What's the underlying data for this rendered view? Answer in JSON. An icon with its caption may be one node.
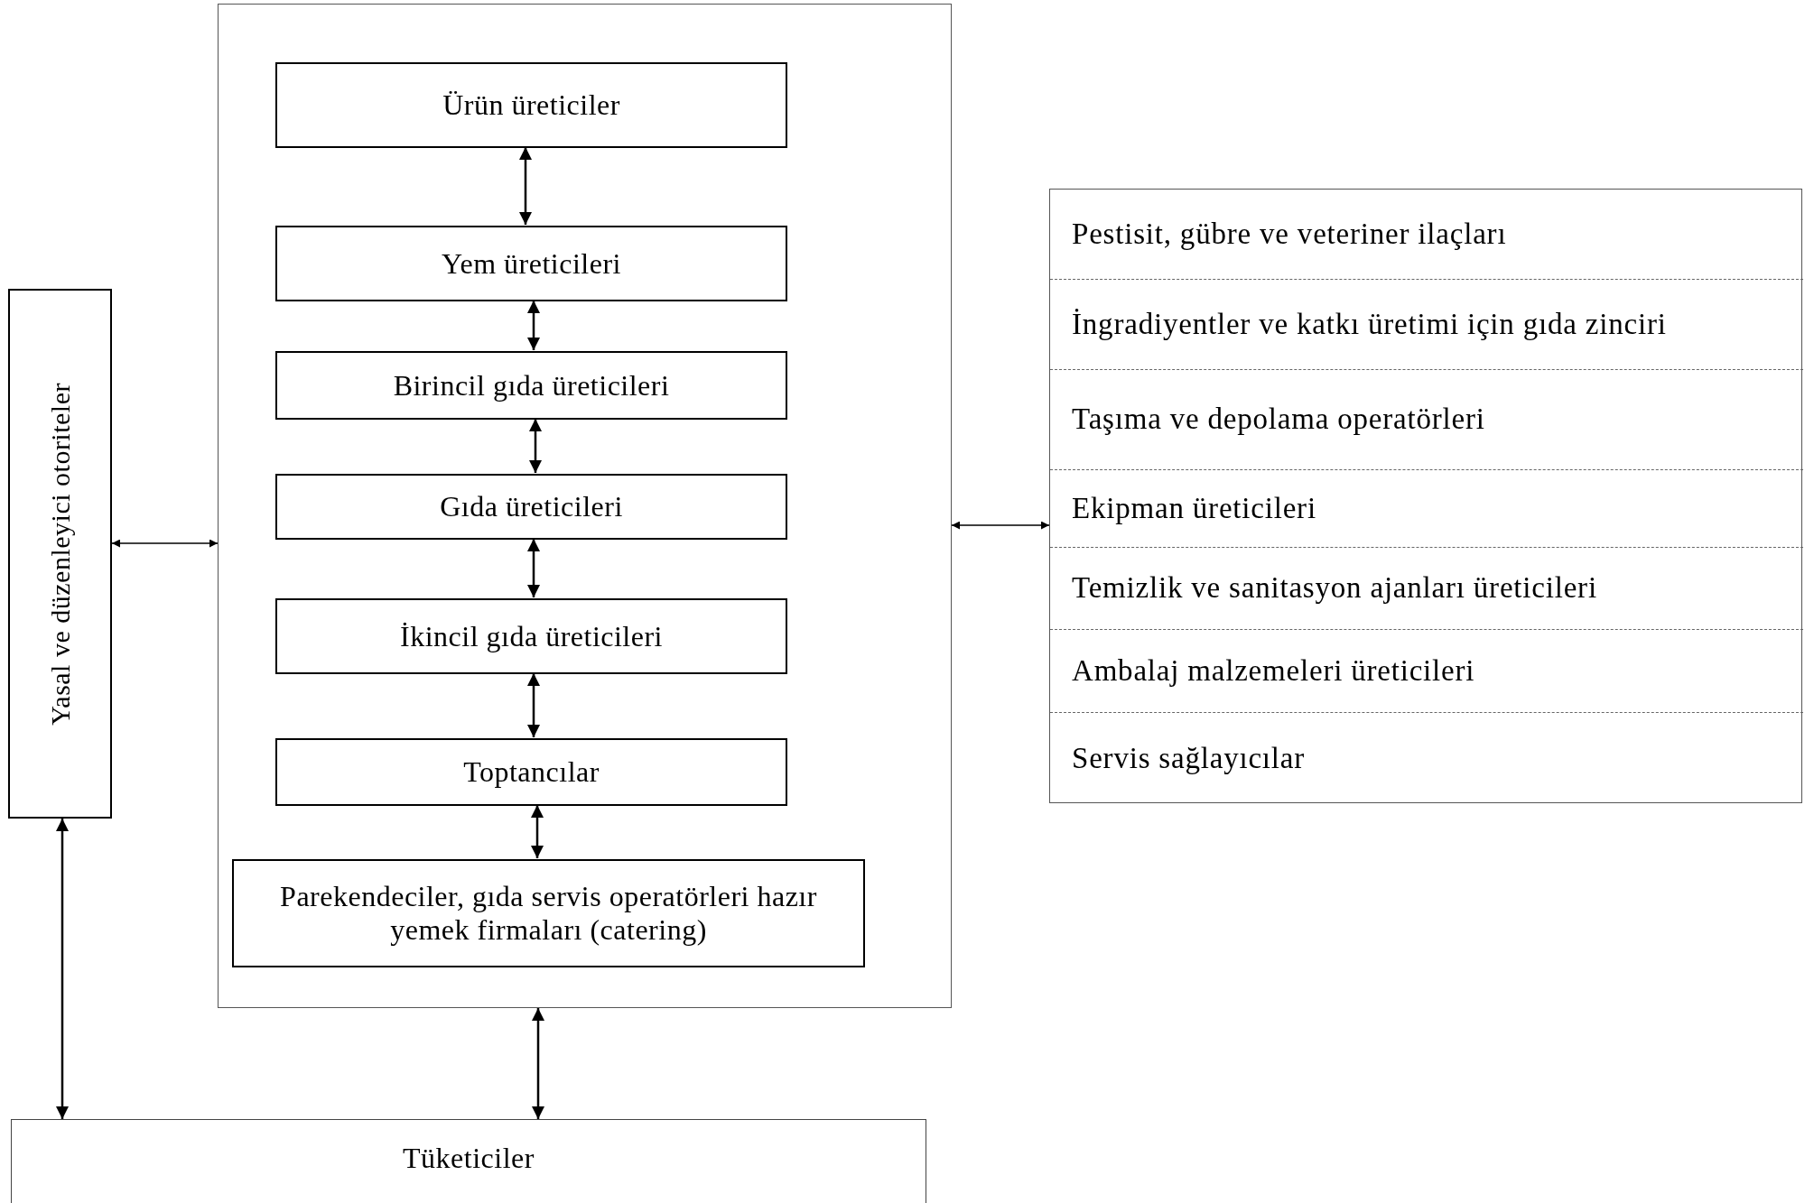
{
  "diagram": {
    "nodes": [
      {
        "text": [
          "Yasal ve düzenleyici otoriteler"
        ]
      },
      {
        "text": [],
        "shape": "box"
      },
      {
        "text": [
          "Ürün üreticiler"
        ],
        "in": 1
      },
      {
        "text": [
          "Yem üreticileri"
        ],
        "in": 1
      },
      {
        "text": [
          "Birincil gıda üreticileri"
        ],
        "in": 1
      },
      {
        "text": [
          "Gıda üreticileri"
        ],
        "in": 1
      },
      {
        "text": [
          "İkincil gıda üreticileri"
        ],
        "in": 1
      },
      {
        "text": [
          "Toptancılar"
        ],
        "in": 1
      },
      {
        "text": [
          "Parekendeciler, gıda servis operatörleri hazır yemek firmaları (catering)"
        ],
        "in": 1
      },
      {
        "text": [],
        "shape": "box"
      },
      {
        "text": [
          "Pestisit, gübre ve veteriner ilaçları"
        ],
        "in": 9
      },
      {
        "text": [
          "İngradiyentler ve katkı üretimi için gıda zinciri"
        ],
        "in": 9
      },
      {
        "text": [
          "Taşıma ve depolama operatörleri"
        ],
        "in": 9
      },
      {
        "text": [
          "Ekipman üreticileri"
        ],
        "in": 9
      },
      {
        "text": [
          "Temizlik ve sanitasyon ajanları üreticileri"
        ],
        "in": 9
      },
      {
        "text": [
          "Ambalaj malzemeleri üreticileri"
        ],
        "in": 9
      },
      {
        "text": [
          "Servis sağlayıcılar"
        ],
        "in": 9
      },
      {
        "text": [
          "Tüketiciler"
        ]
      }
    ],
    "edges": [
      {
        "from": 2,
        "to": 3,
        "arrow": "both"
      },
      {
        "from": 3,
        "to": 4,
        "arrow": "both"
      },
      {
        "from": 4,
        "to": 5,
        "arrow": "both"
      },
      {
        "from": 5,
        "to": 6,
        "arrow": "both"
      },
      {
        "from": 6,
        "to": 7,
        "arrow": "both"
      },
      {
        "from": 7,
        "to": 8,
        "arrow": "both"
      },
      {
        "from": 0,
        "to": 1,
        "arrow": "both"
      },
      {
        "from": 1,
        "to": 9,
        "arrow": "both"
      },
      {
        "from": 0,
        "to": 17,
        "arrow": "both"
      },
      {
        "from": 1,
        "to": 17,
        "arrow": "both"
      }
    ]
  }
}
